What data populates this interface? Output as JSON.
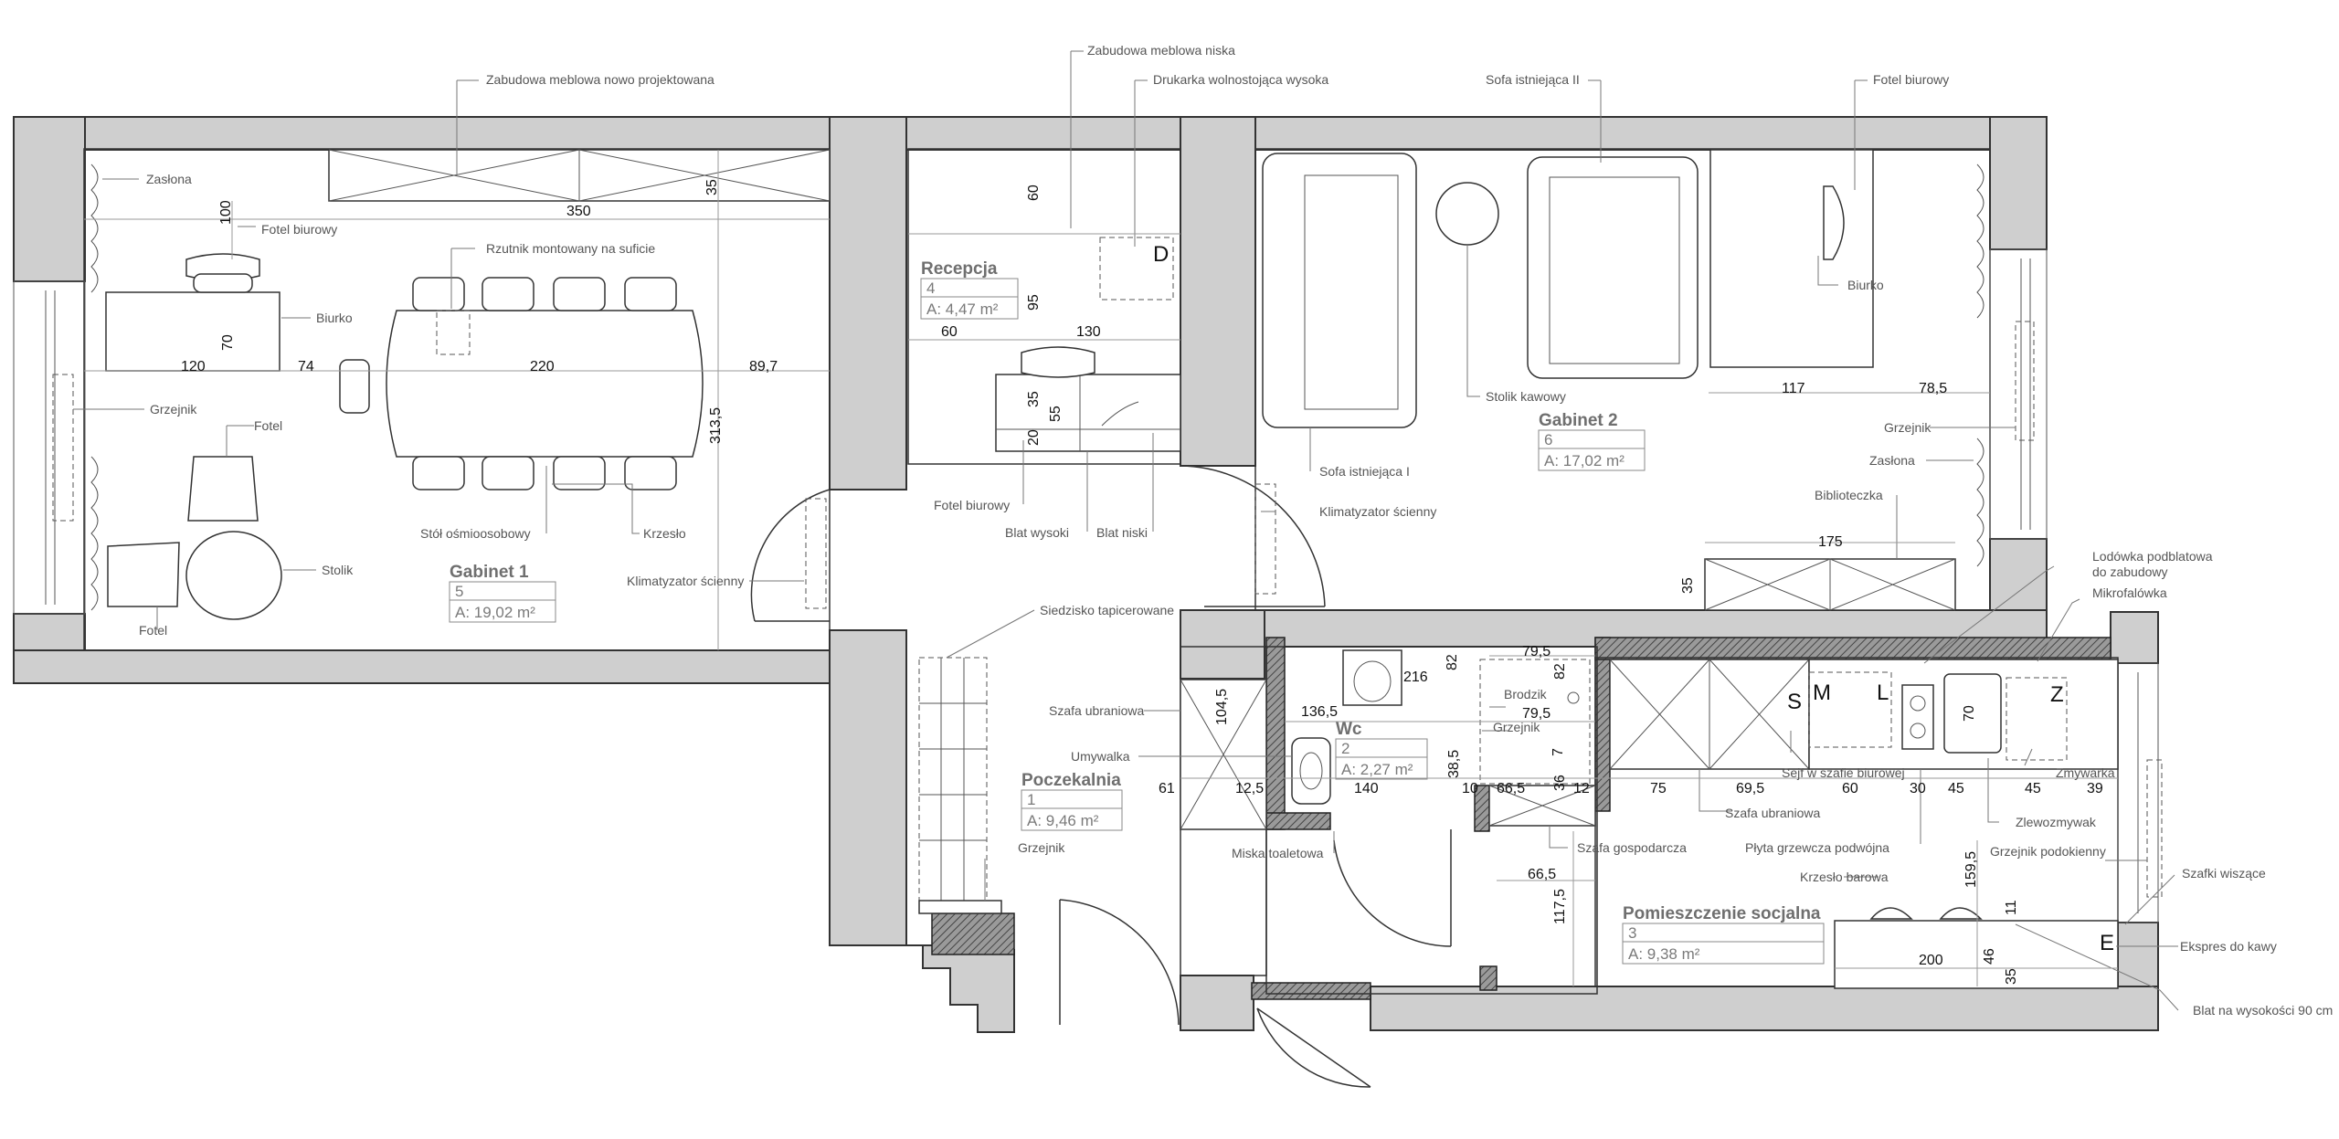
{
  "rooms": [
    {
      "name": "Gabinet 1",
      "number": "5",
      "area": "A: 19,02 m²"
    },
    {
      "name": "Recepcja",
      "number": "4",
      "area": "A: 4,47 m²"
    },
    {
      "name": "Gabinet 2",
      "number": "6",
      "area": "A: 17,02 m²"
    },
    {
      "name": "Poczekalnia",
      "number": "1",
      "area": "A: 9,46 m²"
    },
    {
      "name": "Wc",
      "number": "2",
      "area": "A: 2,27 m²"
    },
    {
      "name": "Pomieszczenie socjalna",
      "number": "3",
      "area": "A: 9,38 m²"
    }
  ],
  "labels": {
    "zabudowa_nowa": "Zabudowa meblowa nowo projektowana",
    "zabudowa_niska": "Zabudowa meblowa niska",
    "drukarka": "Drukarka wolnostojąca wysoka",
    "sofa2": "Sofa istniejąca II",
    "fotel_biurowy_top": "Fotel biurowy",
    "zaslona_left": "Zasłona",
    "fotel_biurowy_g1": "Fotel biurowy",
    "rzutnik": "Rzutnik montowany na suficie",
    "biurko_g1": "Biurko",
    "grzejnik_g1": "Grzejnik",
    "fotel_upper": "Fotel",
    "stol": "Stół ośmioosobowy",
    "krzeslo": "Krzesło",
    "stolik": "Stolik",
    "fotel_lower": "Fotel",
    "klima_left": "Klimatyzator ścienny",
    "fotel_biurowy_rec": "Fotel biurowy",
    "blat_wysoki": "Blat wysoki",
    "blat_niski": "Blat niski",
    "klima_right": "Klimatyzator ścienny",
    "sofa1": "Sofa istniejąca I",
    "stolik_kawowy": "Stolik kawowy",
    "biurko_g2": "Biurko",
    "grzejnik_g2": "Grzejnik",
    "zaslona_right": "Zasłona",
    "biblioteczka": "Biblioteczka",
    "lodowka": "Lodówka podblatowa",
    "lodowka2": "do zabudowy",
    "mikrofalowka": "Mikrofalówka",
    "siedzisko": "Siedzisko tapicerowane",
    "szafa_ubr_left": "Szafa ubraniowa",
    "umywalka": "Umywalka",
    "brodzik": "Brodzik",
    "grzejnik_wc": "Grzejnik",
    "sejf": "Sejf w szafie biurowej",
    "zmywarka": "Zmywarka",
    "szafa_ubr_right": "Szafa ubraniowa",
    "zlewozmywak": "Zlewozmywak",
    "plyta": "Płyta grzewcza podwójna",
    "grzejnik_podokienny": "Grzejnik podokienny",
    "grzejnik_pocz": "Grzejnik",
    "miska": "Miska toaletowa",
    "szafa_gosp": "Szafa gospodarcza",
    "krzeslo_barowe": "Krzesło barowa",
    "szafki_wiszace": "Szafki wiszące",
    "ekspres": "Ekspres do kawy",
    "blat90": "Blat na wysokości 90 cm"
  },
  "dims": {
    "d350": "350",
    "d35a": "35",
    "d100": "100",
    "d70a": "70",
    "d120": "120",
    "d74": "74",
    "d220": "220",
    "d89_7": "89,7",
    "d313_5": "313,5",
    "d60a": "60",
    "d95": "95",
    "d60b": "60",
    "d130": "130",
    "d35b": "35",
    "d55": "55",
    "d20": "20",
    "d117": "117",
    "d78_5": "78,5",
    "d175": "175",
    "d35c": "35",
    "d82a": "82",
    "d79_5a": "79,5",
    "d82b": "82",
    "d216": "216",
    "d136_5": "136,5",
    "d79_5b": "79,5",
    "d104_5": "104,5",
    "d61": "61",
    "d12_5": "12,5",
    "d140": "140",
    "d38_5": "38,5",
    "d10": "10",
    "d66_5a": "66,5",
    "d36": "36",
    "d12": "12",
    "d7": "7",
    "d75": "75",
    "d69_5": "69,5",
    "d60c": "60",
    "d30": "30",
    "d45a": "45",
    "d45b": "45",
    "d39": "39",
    "d70b": "70",
    "d66_5b": "66,5",
    "d117_5": "117,5",
    "d159_5": "159,5",
    "d11": "11",
    "d200": "200",
    "d46": "46",
    "d35d": "35"
  },
  "letters": {
    "D": "D",
    "S": "S",
    "M": "M",
    "L": "L",
    "Z": "Z",
    "E": "E"
  }
}
